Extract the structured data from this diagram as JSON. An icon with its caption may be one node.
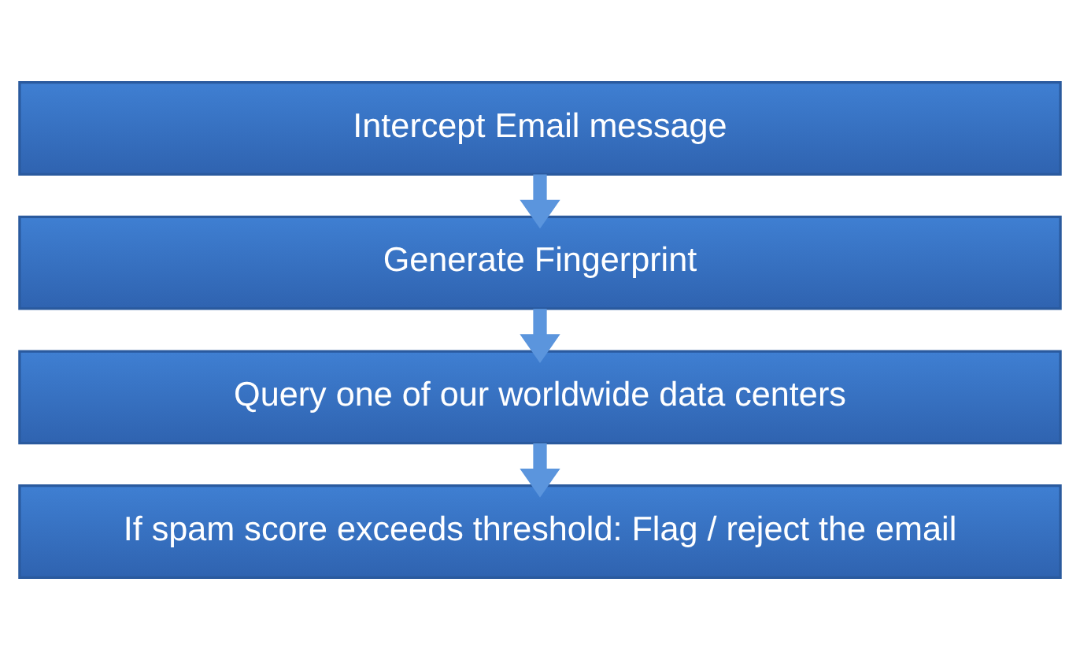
{
  "diagram": {
    "nodes": [
      {
        "text": [
          "Intercept Email message"
        ]
      },
      {
        "text": [
          "Generate Fingerprint"
        ]
      },
      {
        "text": [
          "Query one of our worldwide data centers"
        ]
      },
      {
        "text": [
          "If spam score exceeds threshold: Flag / reject the email"
        ]
      }
    ],
    "edges": [
      {
        "from": 0,
        "to": 1,
        "arrow": "to"
      },
      {
        "from": 1,
        "to": 2,
        "arrow": "to"
      },
      {
        "from": 2,
        "to": 3,
        "arrow": "to"
      }
    ]
  }
}
